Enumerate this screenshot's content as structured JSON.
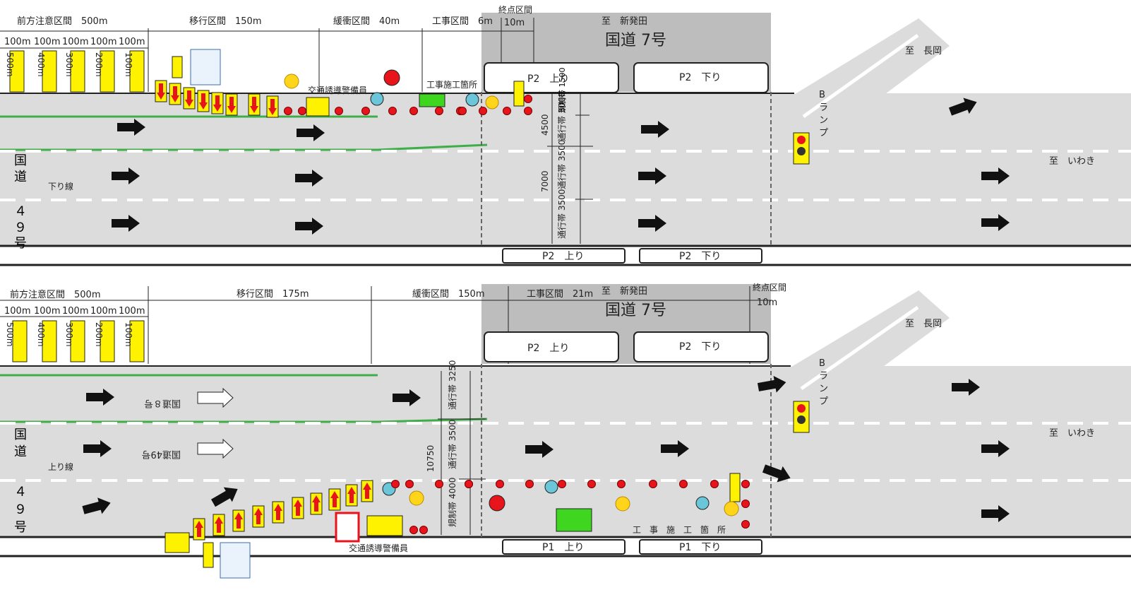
{
  "top": {
    "sections": {
      "advance_warning": "前方注意区間　500m",
      "transition": "移行区間　150m",
      "buffer": "緩衝区間　40m",
      "work": "工事区間　6m",
      "end": "終点区間",
      "end_len": "10m"
    },
    "sign_spacing": [
      "100m",
      "100m",
      "100m",
      "100m",
      "100m"
    ],
    "sign_dist": [
      "500m",
      "400m",
      "300m",
      "200m",
      "100m"
    ],
    "to_shinhotsuda": "至　新発田",
    "route7": "国道 7号",
    "p2_up": "P2　上り",
    "p2_down": "P2　下り",
    "bottom_p2_up": "P2　上り",
    "bottom_p2_down": "P2　下り",
    "to_nagaoka": "至　長岡",
    "b_ramp": [
      "B",
      "ラ",
      "ン",
      "プ"
    ],
    "to_iwaki": "至　いわき",
    "route49": [
      "国",
      "道",
      "４",
      "９",
      "号"
    ],
    "direction": "下り線",
    "guard": "交通誘導警備員",
    "work_site": "工事施工箇所",
    "dims": {
      "restrict": "規制帯 1500",
      "lane1": "通行帯 3000",
      "total1": "4500",
      "lane2": "通行帯 3500",
      "lane3": "通行帯 3500",
      "total2": "7000"
    }
  },
  "bottom": {
    "sections": {
      "advance_warning": "前方注意区間　500m",
      "transition": "移行区間　175m",
      "buffer": "緩衝区間　150m",
      "work": "工事区間　21m",
      "end": "終点区間",
      "end_len": "10m"
    },
    "sign_spacing": [
      "100m",
      "100m",
      "100m",
      "100m",
      "100m"
    ],
    "sign_dist": [
      "500m",
      "400m",
      "300m",
      "200m",
      "100m"
    ],
    "to_shinhotsuda": "至　新発田",
    "route7": "国道 7号",
    "p2_up": "P2　上り",
    "p2_down": "P2　下り",
    "p1_up": "P1　上り",
    "p1_down": "P1　下り",
    "to_nagaoka": "至　長岡",
    "b_ramp": [
      "B",
      "ラ",
      "ン",
      "プ"
    ],
    "to_iwaki": "至　いわき",
    "route49": [
      "国",
      "道",
      "４",
      "９",
      "号"
    ],
    "direction": "上り線",
    "guard": "交通誘導警備員",
    "work_site": "工　事　施　工　箇　所",
    "mirrored_route8": "国道８号",
    "mirrored_route49": "国道49号",
    "dims": {
      "lane1": "通行帯 3250",
      "lane2": "通行帯 3500",
      "restrict": "規制帯 4000",
      "total": "10750"
    }
  },
  "colors": {
    "road": "#dcdcdc",
    "overpass": "#bdbdbd",
    "green_line": "#3fae49",
    "cone": "#e8141c",
    "sign_yellow": "#fff200",
    "arrow_red": "#e8141c"
  }
}
